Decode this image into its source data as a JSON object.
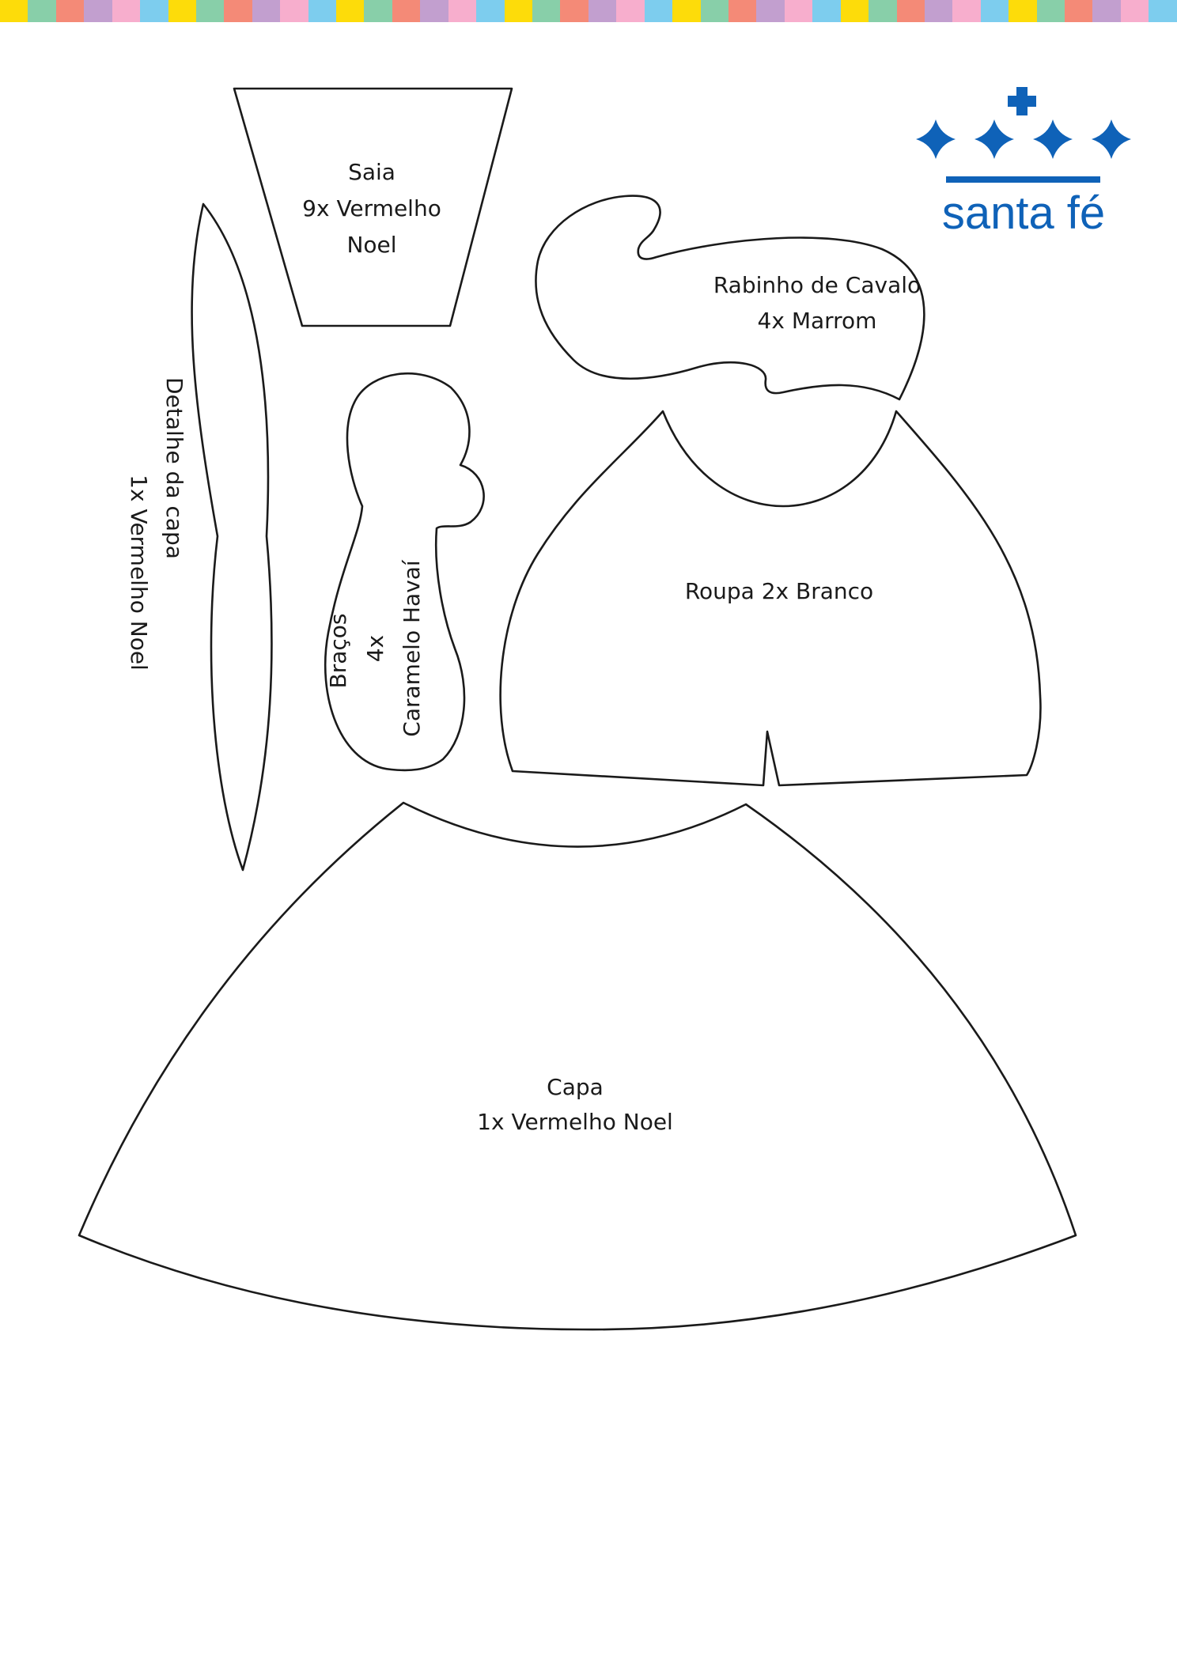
{
  "stripe_colors": [
    "#fddc0a",
    "#88cfa9",
    "#f48a77",
    "#c29fcf",
    "#f7aecd",
    "#7dcdee"
  ],
  "brand": {
    "name": "santa fé",
    "color": "#0f62b8"
  },
  "pieces": {
    "saia": {
      "line1": "Saia",
      "line2": "9x Vermelho",
      "line3": "Noel"
    },
    "rabinho": {
      "line1": "Rabinho de Cavalo",
      "line2": "4x Marrom"
    },
    "detalhe": {
      "line1": "Detalhe da capa",
      "line2": "1x Vermelho Noel"
    },
    "bracos": {
      "line1": "Braços",
      "line2": "4x",
      "line3": "Caramelo Havaí"
    },
    "roupa": {
      "line1": "Roupa 2x Branco"
    },
    "capa": {
      "line1": "Capa",
      "line2": "1x Vermelho Noel"
    }
  }
}
